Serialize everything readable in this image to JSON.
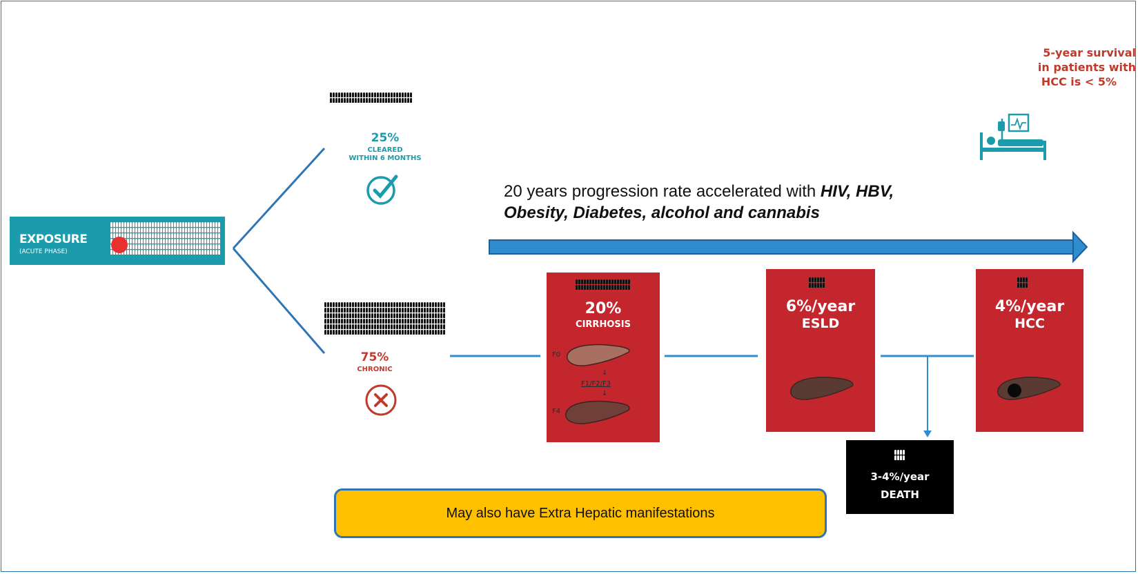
{
  "exposure": {
    "title": "EXPOSURE",
    "subtitle": "(ACUTE PHASE)"
  },
  "cleared": {
    "percent": "25%",
    "line1": "CLEARED",
    "line2": "WITHIN 6 MONTHS"
  },
  "chronic": {
    "percent": "75%",
    "label": "CHRONIC"
  },
  "progression": {
    "text_plain": "20 years progression rate accelerated with ",
    "text_bold_1": "HIV, HBV,",
    "text_bold_2": "Obesity, Diabetes, alcohol and cannabis"
  },
  "cirrhosis": {
    "percent": "20%",
    "label": "CIRRHOSIS",
    "stage_top": "F0",
    "stage_mid": "F1/F2/F3",
    "stage_bottom": "F4"
  },
  "esld": {
    "rate": "6%/year",
    "label": "ESLD"
  },
  "hcc": {
    "rate": "4%/year",
    "label": "HCC"
  },
  "death": {
    "rate": "3-4%/year",
    "label": "DEATH"
  },
  "survival": {
    "line1": "5-year survival",
    "line2": "in patients with",
    "line3": "HCC is < 5%"
  },
  "note": {
    "text": "May also have Extra Hepatic manifestations"
  },
  "colors": {
    "teal": "#1b9bab",
    "red": "#c4262e",
    "blue": "#2e8ccf",
    "note_fill": "#ffc000",
    "note_border": "#2e75b6"
  },
  "icons": [
    "person-group-icon",
    "check-circle-icon",
    "x-circle-icon",
    "hospital-bed-icon",
    "liver-icon"
  ]
}
